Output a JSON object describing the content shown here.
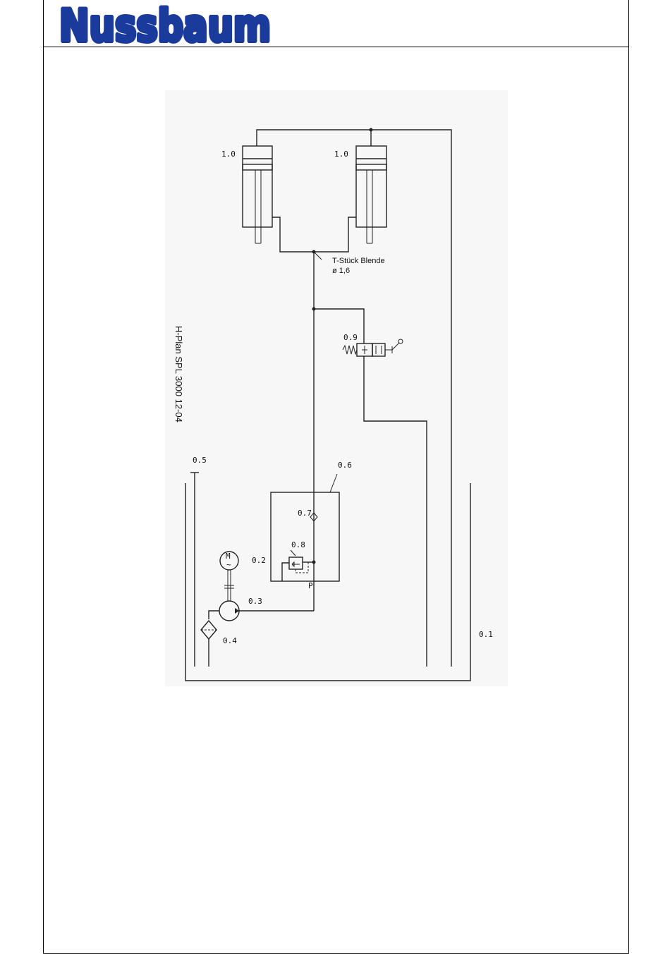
{
  "brand": {
    "logo_text": "Nussbaum",
    "color": "#1a3a9c"
  },
  "diagram": {
    "plan_label": "H-Plan SPL 3000 12-04",
    "components": {
      "cylinder_left": "1.0",
      "cylinder_right": "1.0",
      "tee_fitting": "T-Stück Blende",
      "orifice": "ø 1,6",
      "valve": "0.9",
      "return_line": "0.5",
      "power_unit_block": "0.6",
      "check_valve": "0.7",
      "relief_valve": "0.8",
      "motor": "0.2",
      "motor_symbol": "M",
      "motor_ac": "~",
      "pump": "0.3",
      "filter": "0.4",
      "tank": "0.1",
      "port": "P"
    }
  }
}
